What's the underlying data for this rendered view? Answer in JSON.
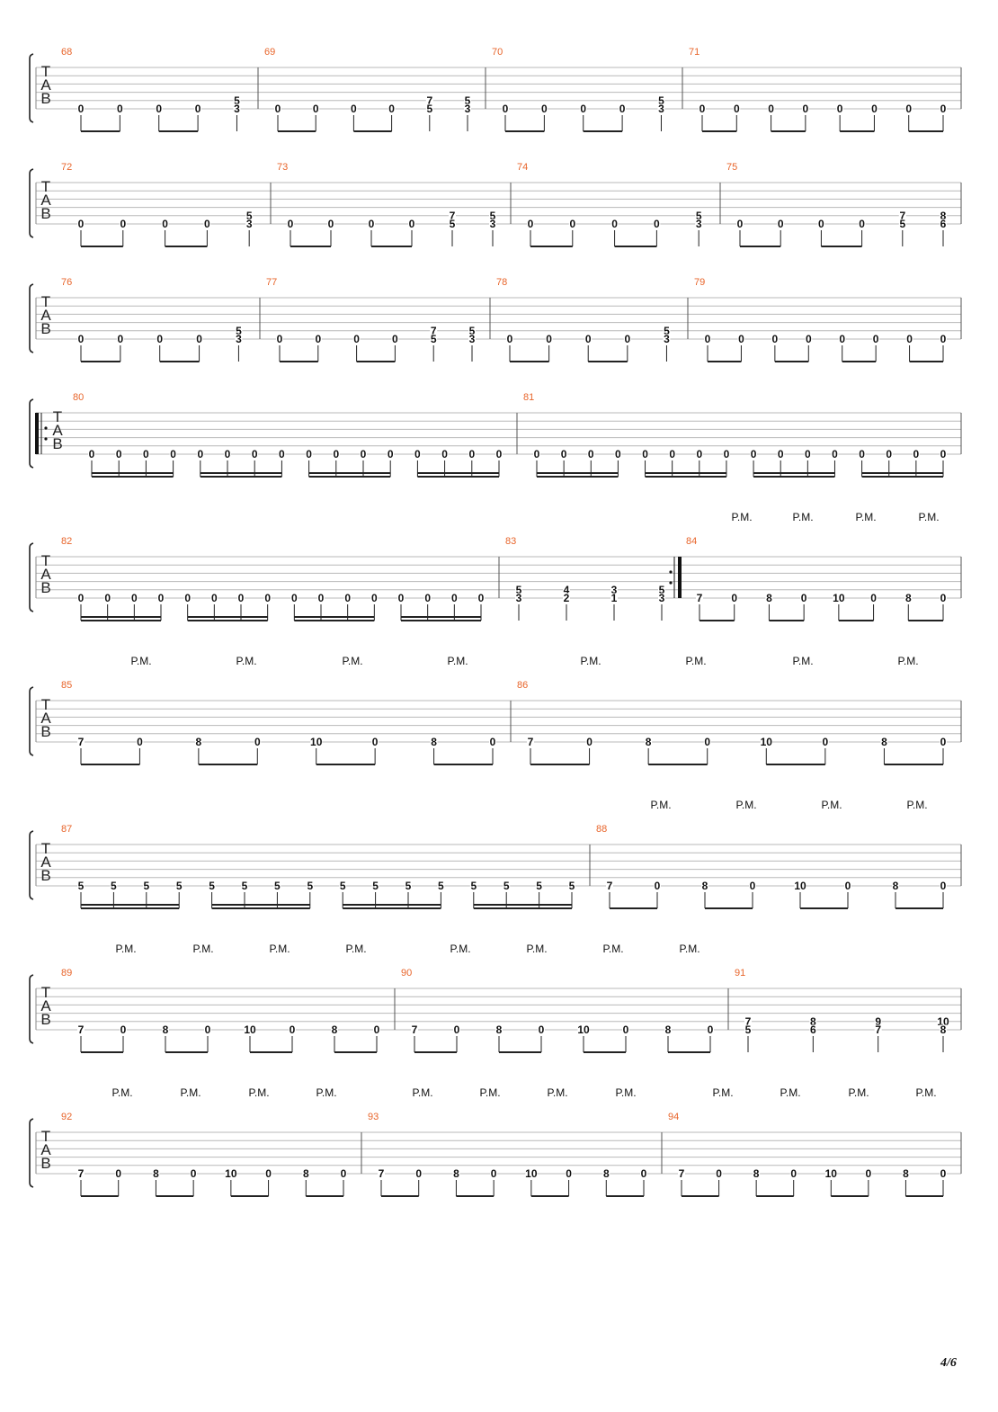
{
  "document": {
    "page_number": "4/6",
    "measure_color": "#e8652b",
    "clef_letters": [
      "T",
      "A",
      "B"
    ],
    "pm_label": "P.M."
  },
  "systems": [
    {
      "pm": [],
      "measures": [
        {
          "number": "68",
          "notes": [
            [
              "0"
            ],
            [
              "0"
            ],
            [
              "0"
            ],
            [
              "0"
            ],
            [
              "5",
              "3"
            ]
          ],
          "beams": [
            [
              0,
              1
            ],
            [
              2,
              3
            ]
          ]
        },
        {
          "number": "69",
          "notes": [
            [
              "0"
            ],
            [
              "0"
            ],
            [
              "0"
            ],
            [
              "0"
            ],
            [
              "7",
              "5"
            ],
            [
              "5",
              "3"
            ]
          ],
          "beams": [
            [
              0,
              1
            ],
            [
              2,
              3
            ]
          ]
        },
        {
          "number": "70",
          "notes": [
            [
              "0"
            ],
            [
              "0"
            ],
            [
              "0"
            ],
            [
              "0"
            ],
            [
              "5",
              "3"
            ]
          ],
          "beams": [
            [
              0,
              1
            ],
            [
              2,
              3
            ]
          ]
        },
        {
          "number": "71",
          "notes": [
            [
              "0"
            ],
            [
              "0"
            ],
            [
              "0"
            ],
            [
              "0"
            ],
            [
              "0"
            ],
            [
              "0"
            ],
            [
              "0"
            ],
            [
              "0"
            ]
          ],
          "beams": [
            [
              0,
              1
            ],
            [
              2,
              3
            ],
            [
              4,
              5
            ],
            [
              6,
              7
            ]
          ]
        }
      ]
    },
    {
      "pm": [],
      "measures": [
        {
          "number": "72",
          "notes": [
            [
              "0"
            ],
            [
              "0"
            ],
            [
              "0"
            ],
            [
              "0"
            ],
            [
              "5",
              "3"
            ]
          ],
          "beams": [
            [
              0,
              1
            ],
            [
              2,
              3
            ]
          ]
        },
        {
          "number": "73",
          "notes": [
            [
              "0"
            ],
            [
              "0"
            ],
            [
              "0"
            ],
            [
              "0"
            ],
            [
              "7",
              "5"
            ],
            [
              "5",
              "3"
            ]
          ],
          "beams": [
            [
              0,
              1
            ],
            [
              2,
              3
            ]
          ]
        },
        {
          "number": "74",
          "notes": [
            [
              "0"
            ],
            [
              "0"
            ],
            [
              "0"
            ],
            [
              "0"
            ],
            [
              "5",
              "3"
            ]
          ],
          "beams": [
            [
              0,
              1
            ],
            [
              2,
              3
            ]
          ]
        },
        {
          "number": "75",
          "notes": [
            [
              "0"
            ],
            [
              "0"
            ],
            [
              "0"
            ],
            [
              "0"
            ],
            [
              "7",
              "5"
            ],
            [
              "8",
              "6"
            ]
          ],
          "beams": [
            [
              0,
              1
            ],
            [
              2,
              3
            ]
          ]
        }
      ]
    },
    {
      "pm": [],
      "measures": [
        {
          "number": "76",
          "notes": [
            [
              "0"
            ],
            [
              "0"
            ],
            [
              "0"
            ],
            [
              "0"
            ],
            [
              "5",
              "3"
            ]
          ],
          "beams": [
            [
              0,
              1
            ],
            [
              2,
              3
            ]
          ]
        },
        {
          "number": "77",
          "notes": [
            [
              "0"
            ],
            [
              "0"
            ],
            [
              "0"
            ],
            [
              "0"
            ],
            [
              "7",
              "5"
            ],
            [
              "5",
              "3"
            ]
          ],
          "beams": [
            [
              0,
              1
            ],
            [
              2,
              3
            ]
          ]
        },
        {
          "number": "78",
          "notes": [
            [
              "0"
            ],
            [
              "0"
            ],
            [
              "0"
            ],
            [
              "0"
            ],
            [
              "5",
              "3"
            ]
          ],
          "beams": [
            [
              0,
              1
            ],
            [
              2,
              3
            ]
          ]
        },
        {
          "number": "79",
          "notes": [
            [
              "0"
            ],
            [
              "0"
            ],
            [
              "0"
            ],
            [
              "0"
            ],
            [
              "0"
            ],
            [
              "0"
            ],
            [
              "0"
            ],
            [
              "0"
            ]
          ],
          "beams": [
            [
              0,
              1
            ],
            [
              2,
              3
            ],
            [
              4,
              5
            ],
            [
              6,
              7
            ]
          ]
        }
      ]
    },
    {
      "pm": [],
      "measures": [
        {
          "number": "80",
          "notes": [
            [
              "0"
            ],
            [
              "0"
            ],
            [
              "0"
            ],
            [
              "0"
            ],
            [
              "0"
            ],
            [
              "0"
            ],
            [
              "0"
            ],
            [
              "0"
            ],
            [
              "0"
            ],
            [
              "0"
            ],
            [
              "0"
            ],
            [
              "0"
            ],
            [
              "0"
            ],
            [
              "0"
            ],
            [
              "0"
            ],
            [
              "0"
            ]
          ],
          "beams": [
            [
              0,
              3
            ],
            [
              4,
              7
            ],
            [
              8,
              11
            ],
            [
              12,
              15
            ]
          ]
        },
        {
          "number": "81",
          "notes": [
            [
              "0"
            ],
            [
              "0"
            ],
            [
              "0"
            ],
            [
              "0"
            ],
            [
              "0"
            ],
            [
              "0"
            ],
            [
              "0"
            ],
            [
              "0"
            ],
            [
              "0"
            ],
            [
              "0"
            ],
            [
              "0"
            ],
            [
              "0"
            ],
            [
              "0"
            ],
            [
              "0"
            ],
            [
              "0"
            ],
            [
              "0"
            ]
          ],
          "beams": [
            [
              0,
              3
            ],
            [
              4,
              7
            ],
            [
              8,
              11
            ],
            [
              12,
              15
            ]
          ]
        }
      ]
    },
    {
      "pm": [
        "P.M.",
        "P.M.",
        "P.M.",
        "P.M."
      ],
      "measures": [
        {
          "number": "82",
          "notes": [
            [
              "0"
            ],
            [
              "0"
            ],
            [
              "0"
            ],
            [
              "0"
            ],
            [
              "0"
            ],
            [
              "0"
            ],
            [
              "0"
            ],
            [
              "0"
            ],
            [
              "0"
            ],
            [
              "0"
            ],
            [
              "0"
            ],
            [
              "0"
            ],
            [
              "0"
            ],
            [
              "0"
            ],
            [
              "0"
            ],
            [
              "0"
            ]
          ],
          "beams": [
            [
              0,
              3
            ],
            [
              4,
              7
            ],
            [
              8,
              11
            ],
            [
              12,
              15
            ]
          ]
        },
        {
          "number": "83",
          "notes": [
            [
              "5",
              "3"
            ],
            [
              "4",
              "2"
            ],
            [
              "3",
              "1"
            ],
            [
              "5",
              "3"
            ]
          ],
          "beams": []
        },
        {
          "number": "84",
          "notes": [
            [
              "7"
            ],
            [
              "0"
            ],
            [
              "8"
            ],
            [
              "0"
            ],
            [
              "10"
            ],
            [
              "0"
            ],
            [
              "8"
            ],
            [
              "0"
            ]
          ],
          "beams": [
            [
              0,
              1
            ],
            [
              2,
              3
            ],
            [
              4,
              5
            ],
            [
              6,
              7
            ]
          ]
        }
      ]
    },
    {
      "pm": [
        "P.M.",
        "P.M.",
        "P.M.",
        "P.M.",
        "P.M.",
        "P.M.",
        "P.M.",
        "P.M."
      ],
      "measures": [
        {
          "number": "85",
          "notes": [
            [
              "7"
            ],
            [
              "0"
            ],
            [
              "8"
            ],
            [
              "0"
            ],
            [
              "10"
            ],
            [
              "0"
            ],
            [
              "8"
            ],
            [
              "0"
            ]
          ],
          "beams": [
            [
              0,
              1
            ],
            [
              2,
              3
            ],
            [
              4,
              5
            ],
            [
              6,
              7
            ]
          ]
        },
        {
          "number": "86",
          "notes": [
            [
              "7"
            ],
            [
              "0"
            ],
            [
              "8"
            ],
            [
              "0"
            ],
            [
              "10"
            ],
            [
              "0"
            ],
            [
              "8"
            ],
            [
              "0"
            ]
          ],
          "beams": [
            [
              0,
              1
            ],
            [
              2,
              3
            ],
            [
              4,
              5
            ],
            [
              6,
              7
            ]
          ]
        }
      ]
    },
    {
      "pm": [
        "P.M.",
        "P.M.",
        "P.M.",
        "P.M."
      ],
      "measures": [
        {
          "number": "87",
          "notes": [
            [
              "5"
            ],
            [
              "5"
            ],
            [
              "5"
            ],
            [
              "5"
            ],
            [
              "5"
            ],
            [
              "5"
            ],
            [
              "5"
            ],
            [
              "5"
            ],
            [
              "5"
            ],
            [
              "5"
            ],
            [
              "5"
            ],
            [
              "5"
            ],
            [
              "5"
            ],
            [
              "5"
            ],
            [
              "5"
            ],
            [
              "5"
            ]
          ],
          "beams": [
            [
              0,
              3
            ],
            [
              4,
              7
            ],
            [
              8,
              11
            ],
            [
              12,
              15
            ]
          ]
        },
        {
          "number": "88",
          "notes": [
            [
              "7"
            ],
            [
              "0"
            ],
            [
              "8"
            ],
            [
              "0"
            ],
            [
              "10"
            ],
            [
              "0"
            ],
            [
              "8"
            ],
            [
              "0"
            ]
          ],
          "beams": [
            [
              0,
              1
            ],
            [
              2,
              3
            ],
            [
              4,
              5
            ],
            [
              6,
              7
            ]
          ]
        }
      ]
    },
    {
      "pm": [
        "P.M.",
        "P.M.",
        "P.M.",
        "P.M.",
        "P.M.",
        "P.M.",
        "P.M.",
        "P.M."
      ],
      "measures": [
        {
          "number": "89",
          "notes": [
            [
              "7"
            ],
            [
              "0"
            ],
            [
              "8"
            ],
            [
              "0"
            ],
            [
              "10"
            ],
            [
              "0"
            ],
            [
              "8"
            ],
            [
              "0"
            ]
          ],
          "beams": [
            [
              0,
              1
            ],
            [
              2,
              3
            ],
            [
              4,
              5
            ],
            [
              6,
              7
            ]
          ]
        },
        {
          "number": "90",
          "notes": [
            [
              "7"
            ],
            [
              "0"
            ],
            [
              "8"
            ],
            [
              "0"
            ],
            [
              "10"
            ],
            [
              "0"
            ],
            [
              "8"
            ],
            [
              "0"
            ]
          ],
          "beams": [
            [
              0,
              1
            ],
            [
              2,
              3
            ],
            [
              4,
              5
            ],
            [
              6,
              7
            ]
          ]
        },
        {
          "number": "91",
          "notes": [
            [
              "7",
              "5"
            ],
            [
              "8",
              "6"
            ],
            [
              "9",
              "7"
            ],
            [
              "10",
              "8"
            ]
          ],
          "beams": []
        }
      ]
    },
    {
      "pm": [
        "P.M.",
        "P.M.",
        "P.M.",
        "P.M.",
        "P.M.",
        "P.M.",
        "P.M.",
        "P.M.",
        "P.M.",
        "P.M.",
        "P.M.",
        "P.M."
      ],
      "measures": [
        {
          "number": "92",
          "notes": [
            [
              "7"
            ],
            [
              "0"
            ],
            [
              "8"
            ],
            [
              "0"
            ],
            [
              "10"
            ],
            [
              "0"
            ],
            [
              "8"
            ],
            [
              "0"
            ]
          ],
          "beams": [
            [
              0,
              1
            ],
            [
              2,
              3
            ],
            [
              4,
              5
            ],
            [
              6,
              7
            ]
          ]
        },
        {
          "number": "93",
          "notes": [
            [
              "7"
            ],
            [
              "0"
            ],
            [
              "8"
            ],
            [
              "0"
            ],
            [
              "10"
            ],
            [
              "0"
            ],
            [
              "8"
            ],
            [
              "0"
            ]
          ],
          "beams": [
            [
              0,
              1
            ],
            [
              2,
              3
            ],
            [
              4,
              5
            ],
            [
              6,
              7
            ]
          ]
        },
        {
          "number": "94",
          "notes": [
            [
              "7"
            ],
            [
              "0"
            ],
            [
              "8"
            ],
            [
              "0"
            ],
            [
              "10"
            ],
            [
              "0"
            ],
            [
              "8"
            ],
            [
              "0"
            ]
          ],
          "beams": [
            [
              0,
              1
            ],
            [
              2,
              3
            ],
            [
              4,
              5
            ],
            [
              6,
              7
            ]
          ]
        }
      ]
    }
  ]
}
